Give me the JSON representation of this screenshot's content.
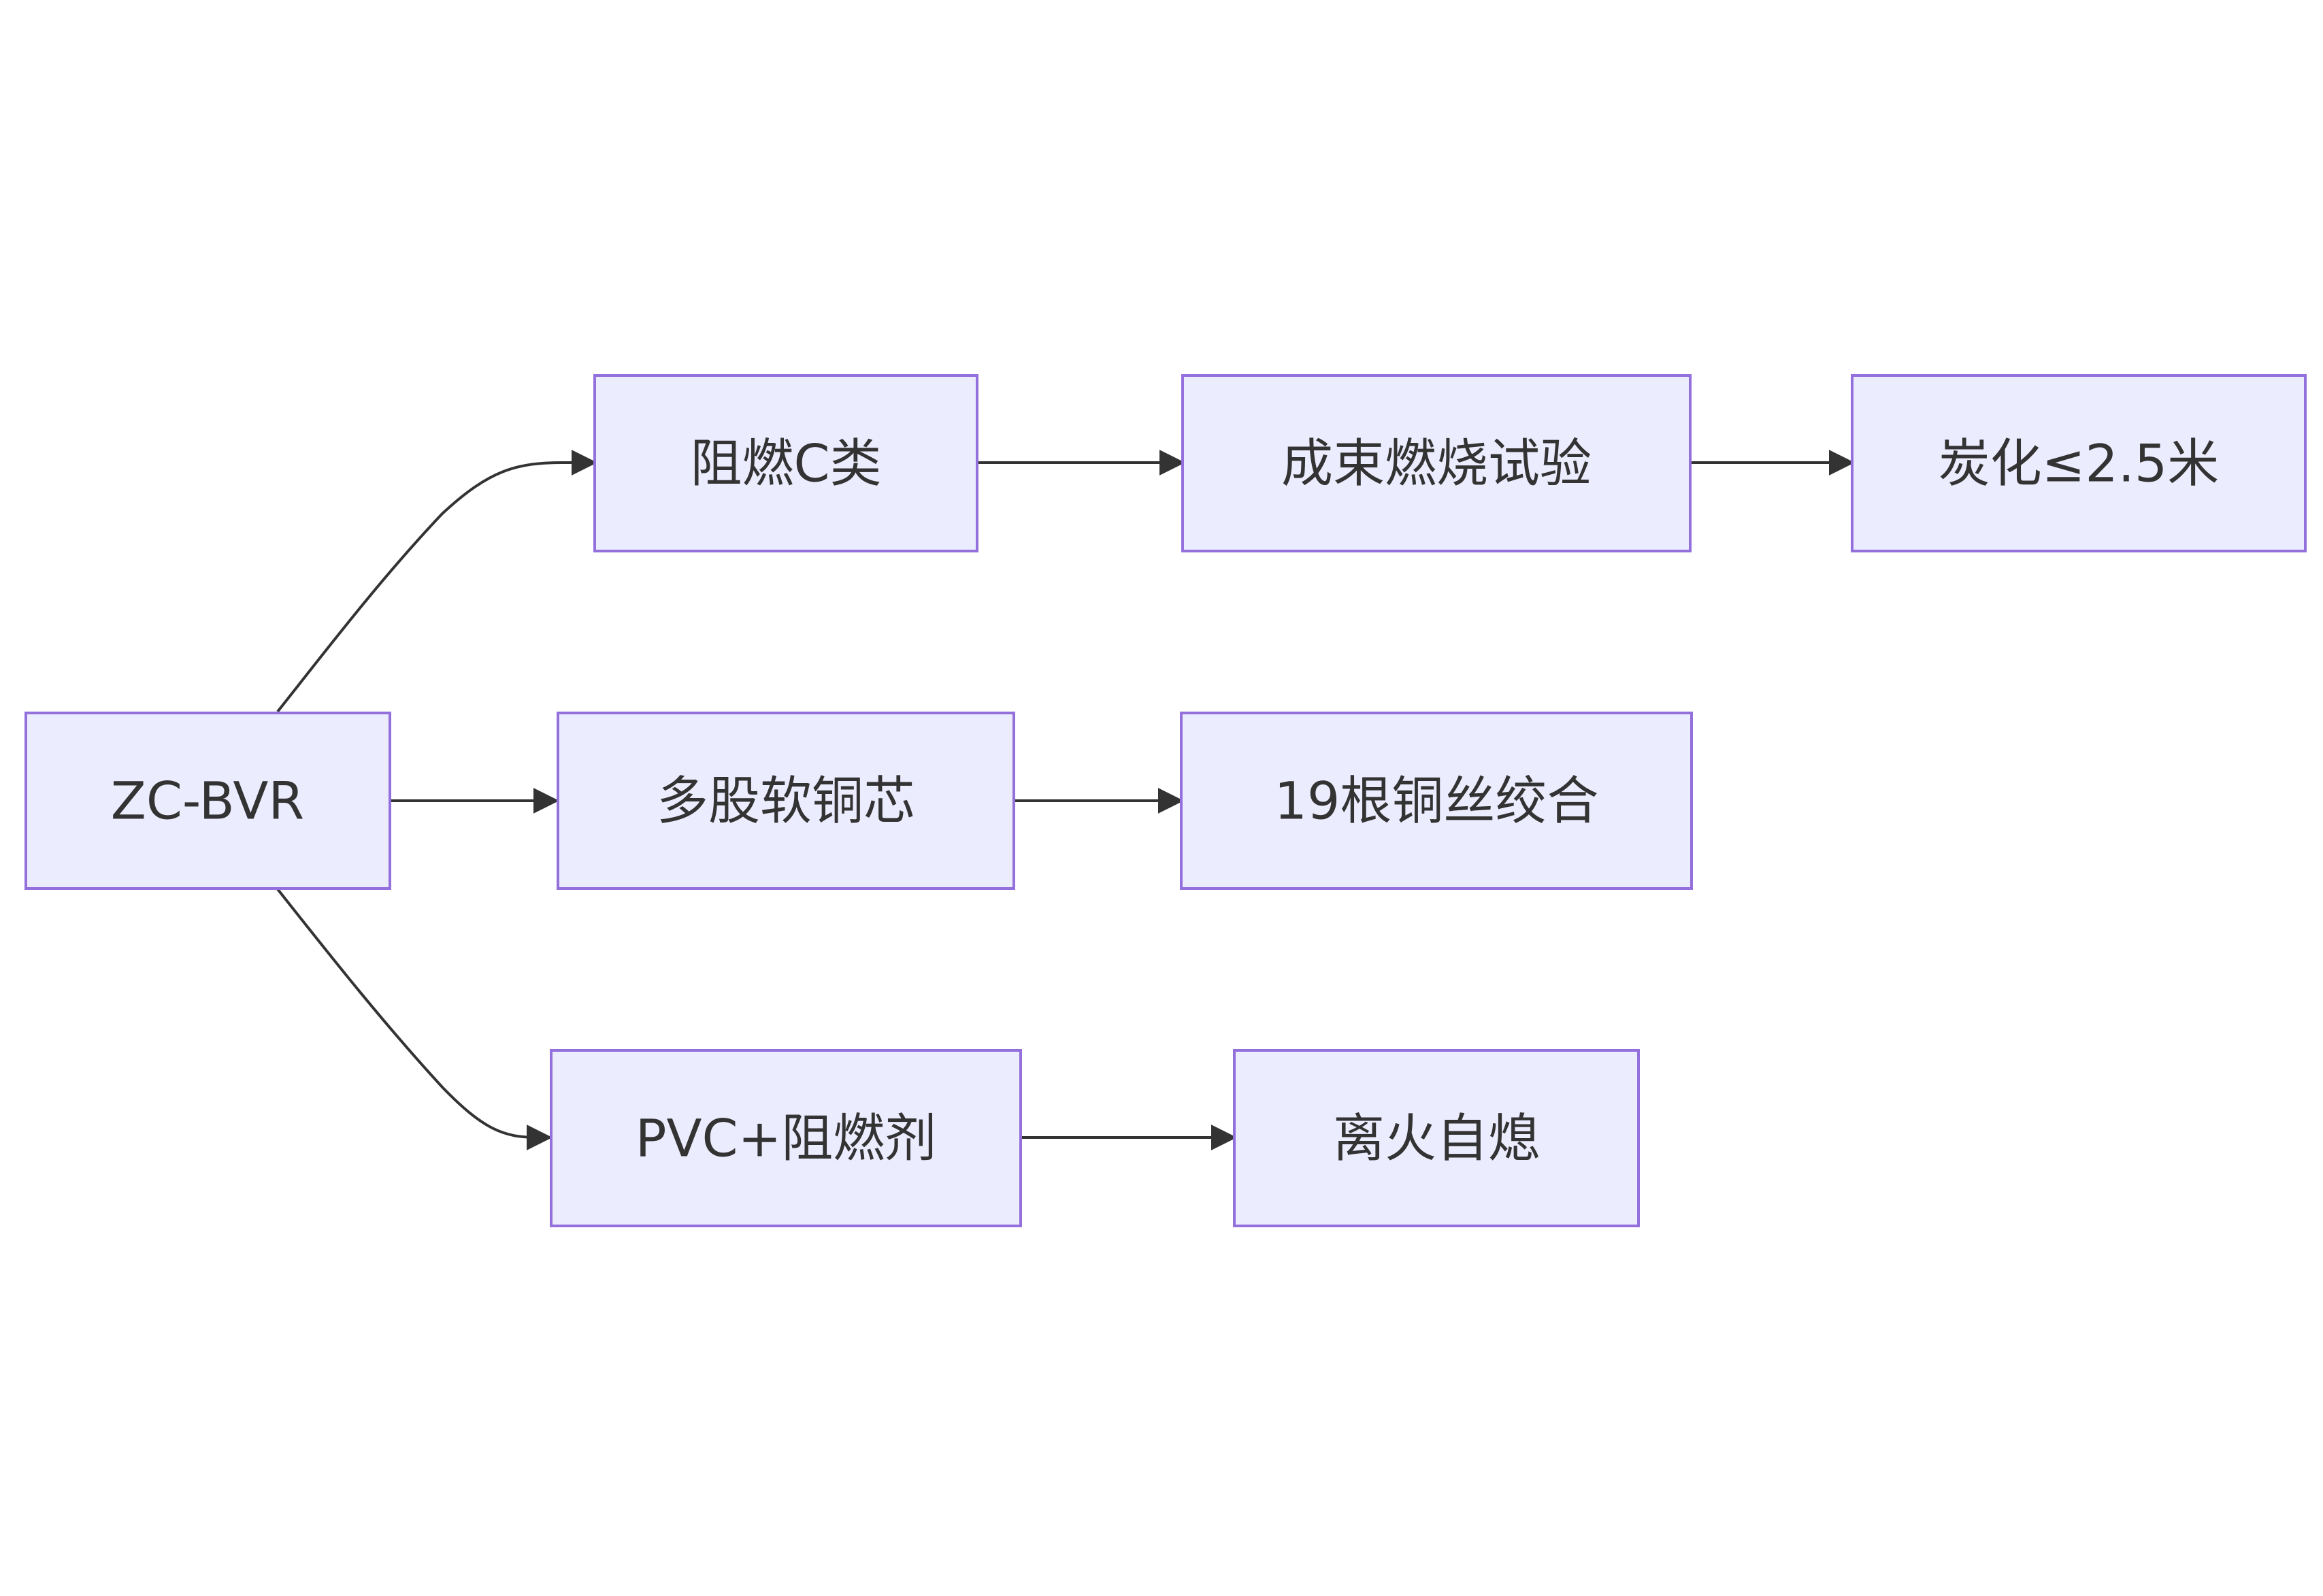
{
  "diagram": {
    "type": "flowchart",
    "direction": "left-to-right",
    "colors": {
      "node_fill": "#ececff",
      "node_border": "#9370db",
      "edge": "#333333",
      "text": "#333333",
      "background": "#ffffff"
    },
    "nodes": {
      "root": "ZC-BVR",
      "flame_class": "阻燃C类",
      "bundle_test": "成束燃烧试验",
      "char_limit": "炭化≤2.5米",
      "conductor": "多股软铜芯",
      "strands": "19根铜丝绞合",
      "insulation": "PVC+阻燃剂",
      "self_extinguish": "离火自熄"
    },
    "edges": [
      {
        "from": "root",
        "to": "flame_class"
      },
      {
        "from": "flame_class",
        "to": "bundle_test"
      },
      {
        "from": "bundle_test",
        "to": "char_limit"
      },
      {
        "from": "root",
        "to": "conductor"
      },
      {
        "from": "conductor",
        "to": "strands"
      },
      {
        "from": "root",
        "to": "insulation"
      },
      {
        "from": "insulation",
        "to": "self_extinguish"
      }
    ]
  }
}
